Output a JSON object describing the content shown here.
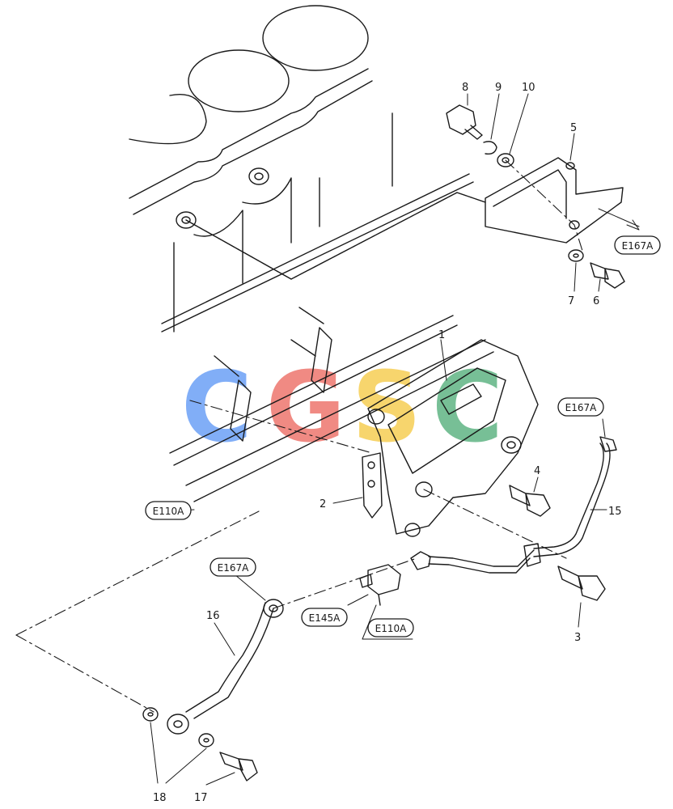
{
  "watermark": {
    "letters": [
      "C",
      "G",
      "S",
      "C"
    ],
    "colors": [
      "#4d8cf5",
      "#ea5a4f",
      "#f4c430",
      "#3ea56a"
    ]
  },
  "labels": {
    "p1": "1",
    "p2": "2",
    "p3": "3",
    "p4": "4",
    "p5": "5",
    "p6": "6",
    "p7": "7",
    "p8": "8",
    "p9": "9",
    "p10": "10",
    "p15": "15",
    "p16": "16",
    "p17": "17",
    "p18": "18"
  },
  "references": {
    "e167a_top": "E167A",
    "e167a_mid": "E167A",
    "e167a_low": "E167A",
    "e110a_left": "E110A",
    "e110a_bottom": "E110A",
    "e145a": "E145A"
  }
}
